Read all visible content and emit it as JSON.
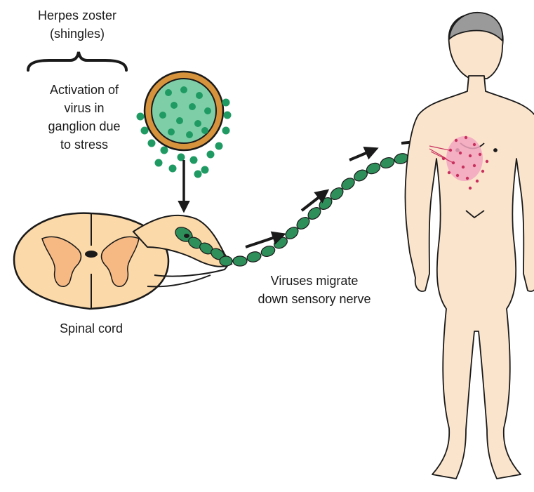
{
  "diagram": {
    "title": [
      "Herpes zoster",
      "(shingles)"
    ],
    "activation_label": [
      "Activation of",
      "virus in",
      "ganglion due",
      "to stress"
    ],
    "migration_label": [
      "Viruses migrate",
      "down sensory nerve"
    ],
    "spinal_cord_label": "Spinal cord"
  },
  "colors": {
    "skin": "#fbe4cc",
    "outline": "#1a1a1a",
    "spinal_fill": "#fcd9a8",
    "gray_matter": "#f6b984",
    "virus_green": "#1f9a63",
    "virus_core": "#7ecfa7",
    "virion_shell": "#d7923c",
    "nerve_bead": "#2e8f5a",
    "rash": "#f2a6c0",
    "rash_dots": "#c8315e"
  },
  "icons": [
    "arrow-down-icon",
    "arrow-right-icon"
  ]
}
